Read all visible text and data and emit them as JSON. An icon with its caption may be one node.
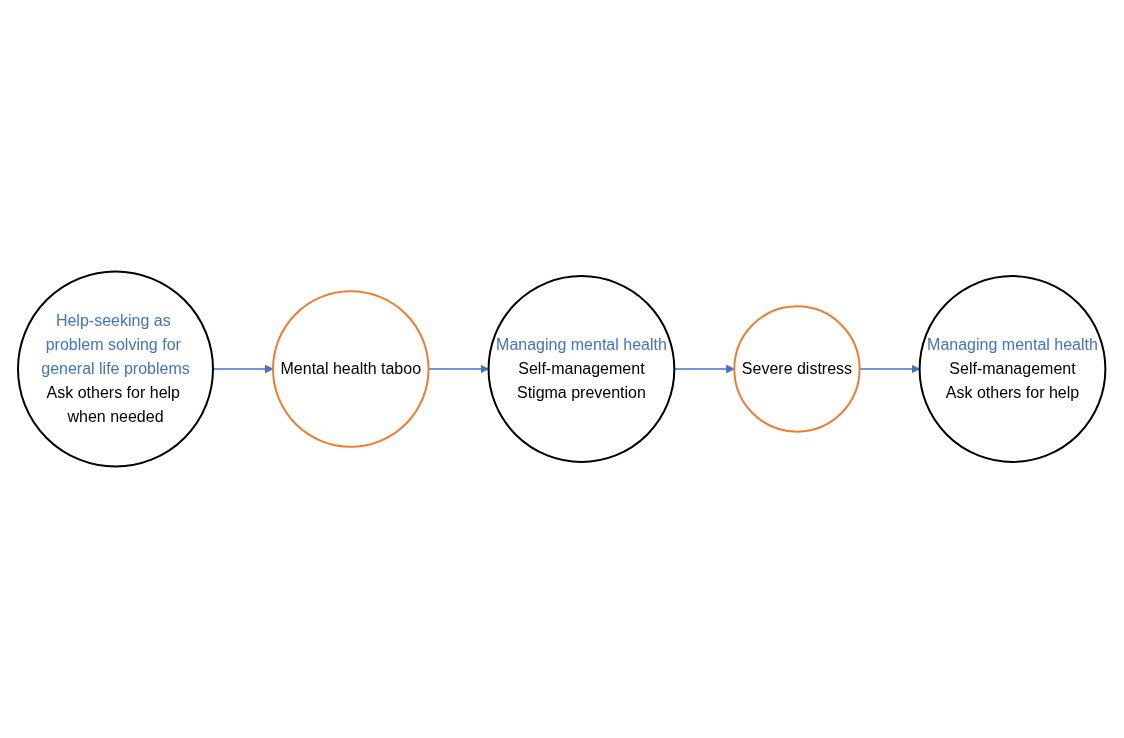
{
  "diagram": {
    "nodes": [
      {
        "text": [
          "Help-seeking as problem solving for general life problems",
          "Ask others for help when needed"
        ]
      },
      {
        "text": [
          "Mental health taboo"
        ]
      },
      {
        "text": [
          "Managing mental health",
          "Self-management",
          "Stigma prevention"
        ]
      },
      {
        "text": [
          "Severe distress"
        ]
      },
      {
        "text": [
          "Managing mental health",
          "Self-management",
          "Ask others for help"
        ]
      }
    ],
    "edges": [
      {
        "from": 0,
        "to": 1,
        "arrow": "to"
      },
      {
        "from": 1,
        "to": 2,
        "arrow": "to"
      },
      {
        "from": 2,
        "to": 3,
        "arrow": "to"
      },
      {
        "from": 3,
        "to": 4,
        "arrow": "to"
      }
    ]
  }
}
